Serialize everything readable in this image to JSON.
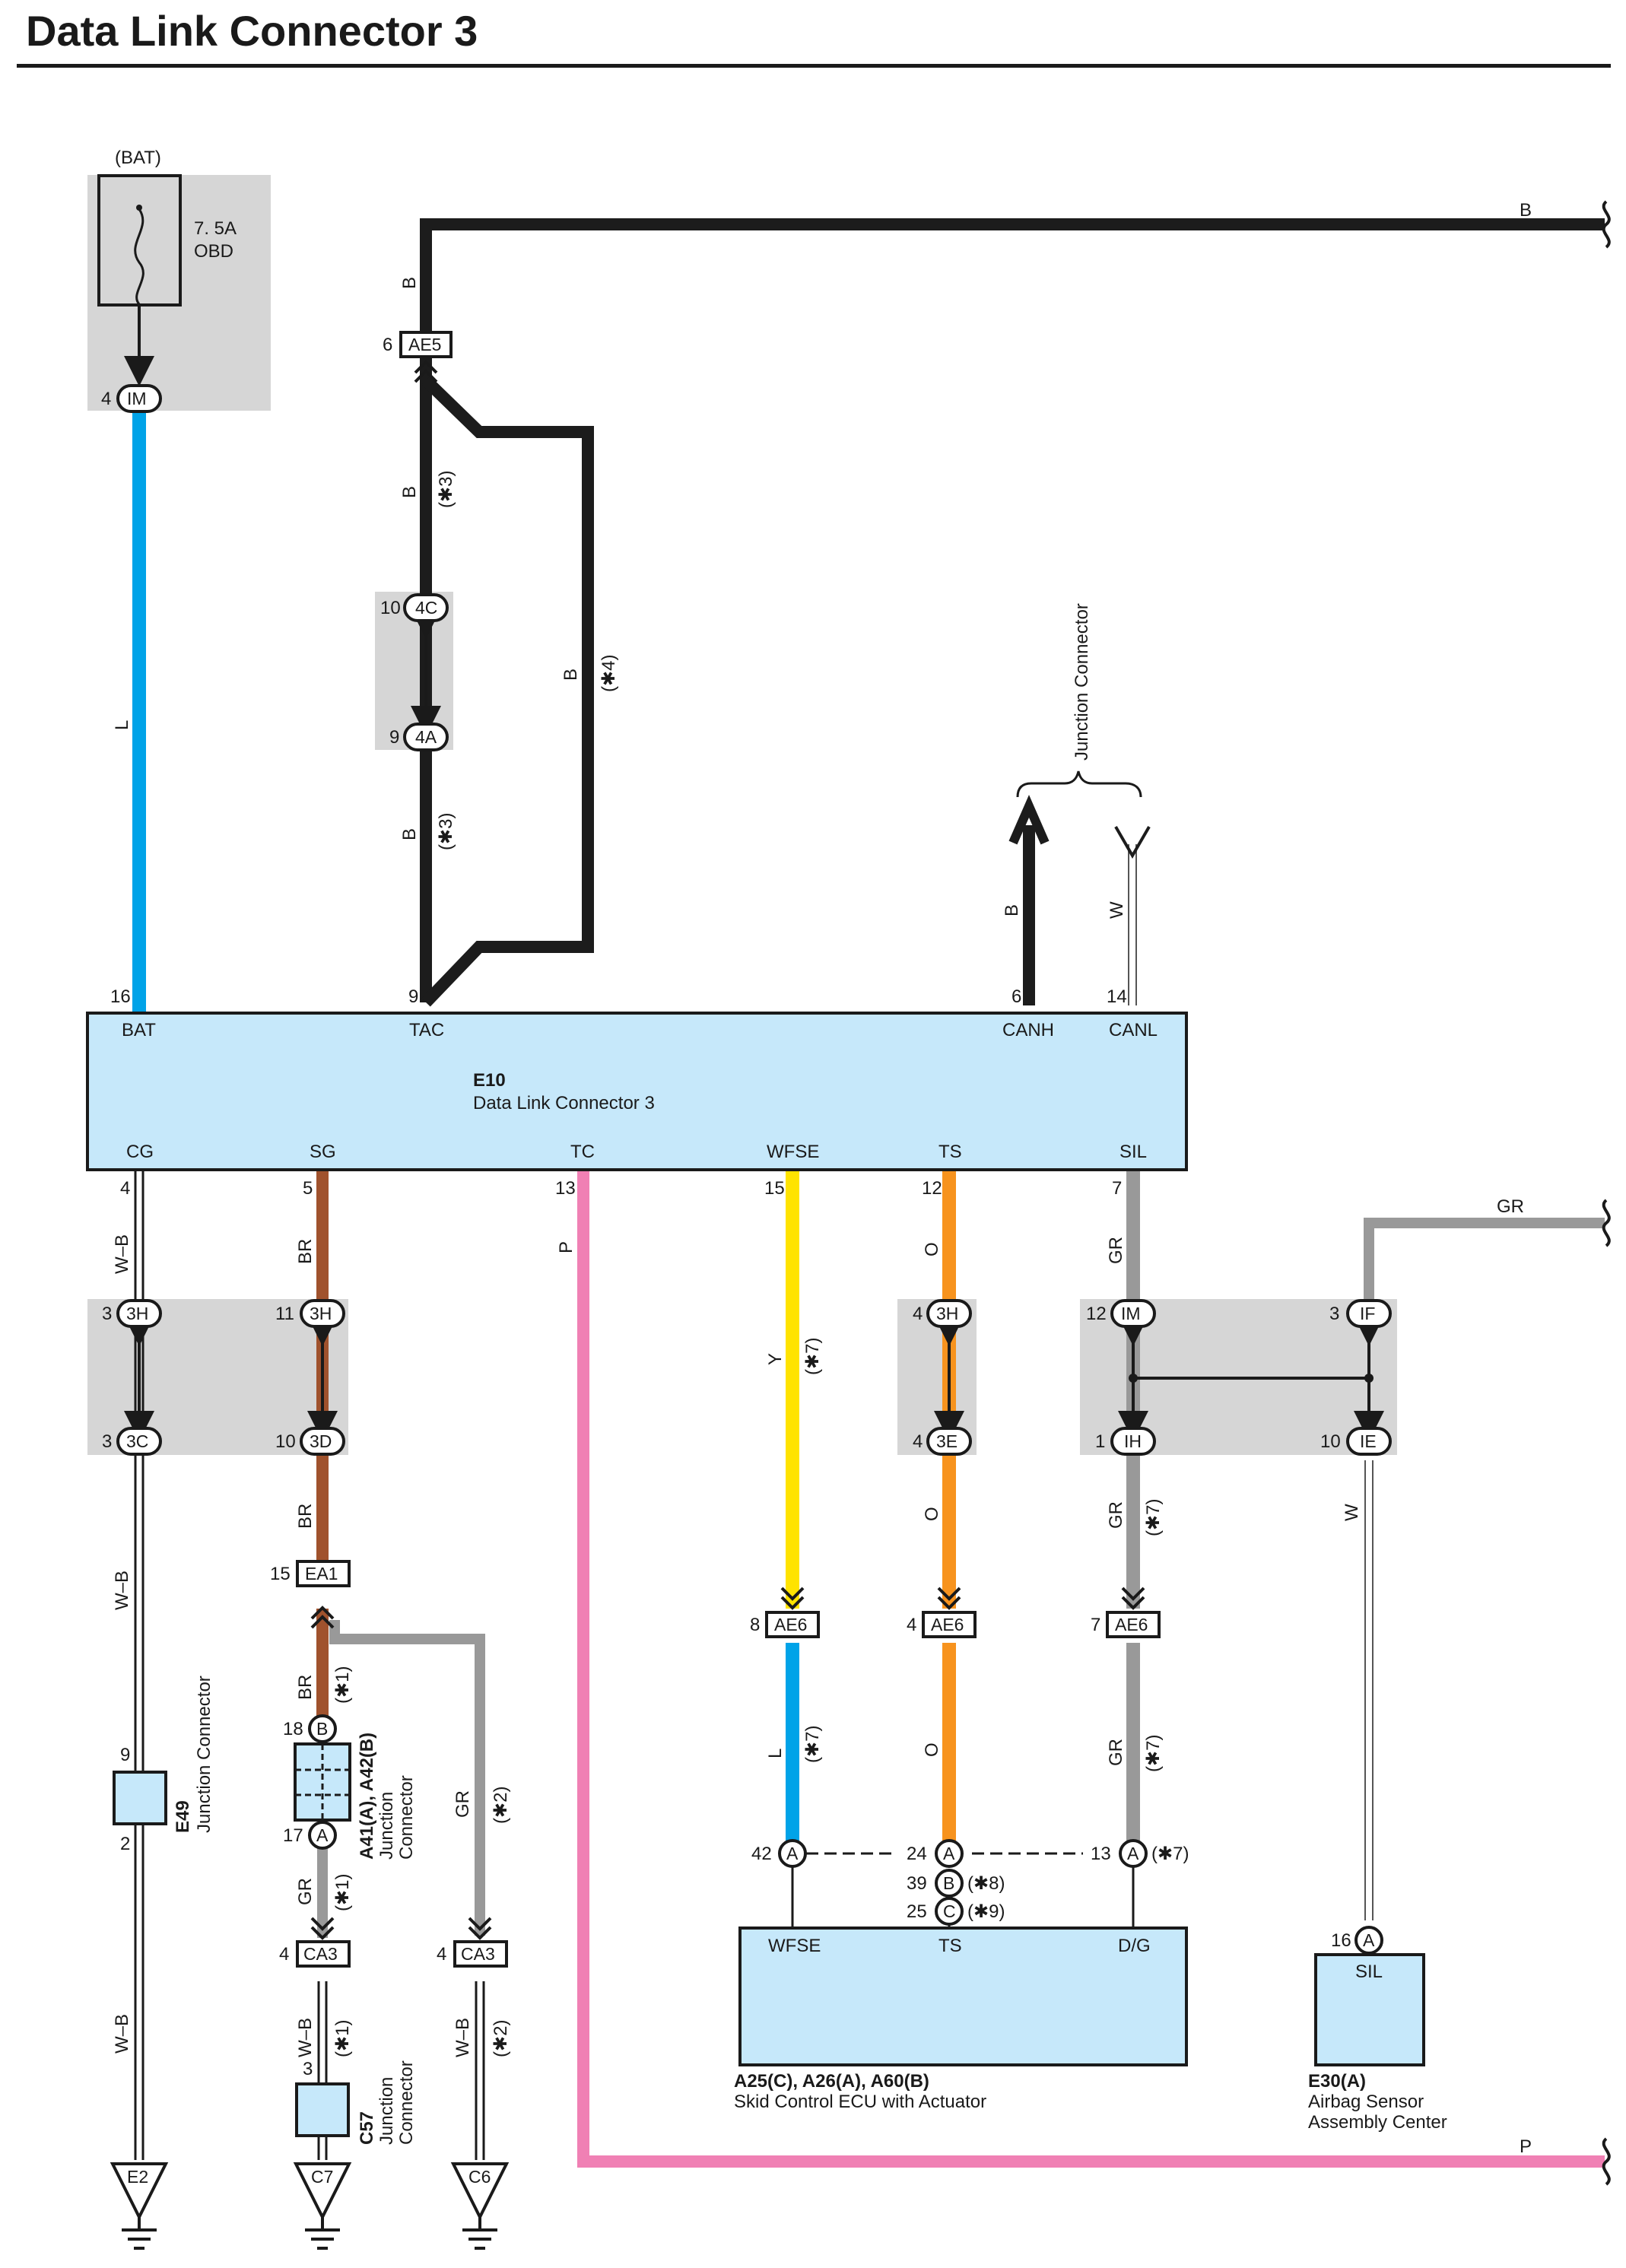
{
  "title": "Data Link Connector 3",
  "ecu": {
    "code": "E10",
    "name": "Data Link Connector 3"
  },
  "dlc_pins": {
    "BAT": {
      "num": "16",
      "label": "BAT"
    },
    "TAC": {
      "num": "9",
      "label": "TAC"
    },
    "CANH": {
      "num": "6",
      "label": "CANH"
    },
    "CANL": {
      "num": "14",
      "label": "CANL"
    },
    "CG": {
      "num": "4",
      "label": "CG"
    },
    "SG": {
      "num": "5",
      "label": "SG"
    },
    "TC": {
      "num": "13",
      "label": "TC"
    },
    "WFSE": {
      "num": "15",
      "label": "WFSE"
    },
    "TS": {
      "num": "12",
      "label": "TS"
    },
    "SIL": {
      "num": "7",
      "label": "SIL"
    }
  },
  "fuse": {
    "supply": "(BAT)",
    "rating": "7. 5A",
    "name": "OBD",
    "pin": "4",
    "conn": "IM"
  },
  "wire_colors": {
    "B": "#1c1c1c",
    "L": "#00a3e8",
    "W-B": "#1c1c1c",
    "BR": "#a0522d",
    "P": "#f080b4",
    "Y": "#ffe300",
    "O": "#f7931e",
    "GR": "#999999",
    "W": "#ffffff"
  },
  "wire_labels": {
    "L": "L",
    "B": "B",
    "W": "W",
    "WB": "W–B",
    "BR": "BR",
    "P": "P",
    "Y": "Y",
    "O": "O",
    "GR": "GR"
  },
  "notes": {
    "n1": "(✱1)",
    "n2": "(✱2)",
    "n3": "(✱3)",
    "n4": "(✱4)",
    "n7": "(✱7)",
    "n8": "(✱8)",
    "n9": "(✱9)"
  },
  "connectors": {
    "AE5": {
      "code": "AE5",
      "pin": "6"
    },
    "c4C": {
      "code": "4C",
      "pin": "10"
    },
    "c4A": {
      "code": "4A",
      "pin": "9"
    },
    "cg3H": {
      "code": "3H",
      "pin": "3"
    },
    "cg3C": {
      "code": "3C",
      "pin": "3"
    },
    "sg3H": {
      "code": "3H",
      "pin": "11"
    },
    "sg3D": {
      "code": "3D",
      "pin": "10"
    },
    "EA1": {
      "code": "EA1",
      "pin": "15"
    },
    "ts3H": {
      "code": "3H",
      "pin": "4"
    },
    "ts3E": {
      "code": "3E",
      "pin": "4"
    },
    "IM": {
      "code": "IM",
      "pin": "12"
    },
    "IH": {
      "code": "IH",
      "pin": "1"
    },
    "IF": {
      "code": "IF",
      "pin": "3"
    },
    "IE": {
      "code": "IE",
      "pin": "10"
    },
    "AE6a": {
      "code": "AE6",
      "pin": "8"
    },
    "AE6b": {
      "code": "AE6",
      "pin": "4"
    },
    "AE6c": {
      "code": "AE6",
      "pin": "7"
    },
    "CA3a": {
      "code": "CA3",
      "pin": "4"
    },
    "CA3b": {
      "code": "CA3",
      "pin": "4"
    }
  },
  "junction_top": {
    "label": "Junction Connector"
  },
  "e49": {
    "code": "E49",
    "name": "Junction Connector",
    "pin_top": "9",
    "pin_bot": "2"
  },
  "a41": {
    "code": "A41(A), A42(B)",
    "name1": "Junction",
    "name2": "Connector",
    "pinB": "18",
    "letB": "B",
    "pinA": "17",
    "letA": "A"
  },
  "c57": {
    "code": "C57",
    "name1": "Junction",
    "name2": "Connector",
    "pin": "3"
  },
  "skid": {
    "code": "A25(C), A26(A), A60(B)",
    "name": "Skid Control ECU with Actuator",
    "pins": {
      "WFSE": "WFSE",
      "TS": "TS",
      "DG": "D/G"
    },
    "p42": "42",
    "p24": "24",
    "p39": "39",
    "p25": "25",
    "p13": "13",
    "lA": "A",
    "lB": "B",
    "lC": "C"
  },
  "airbag": {
    "code": "E30(A)",
    "name1": "Airbag Sensor",
    "name2": "Assembly Center",
    "pin_label": "SIL",
    "pin": "16",
    "pin_conn": "A"
  },
  "grounds": {
    "g1": "E2",
    "g2": "C7",
    "g3": "C6"
  },
  "page_wires": {
    "top": "B",
    "mid": "GR",
    "bot": "P"
  }
}
